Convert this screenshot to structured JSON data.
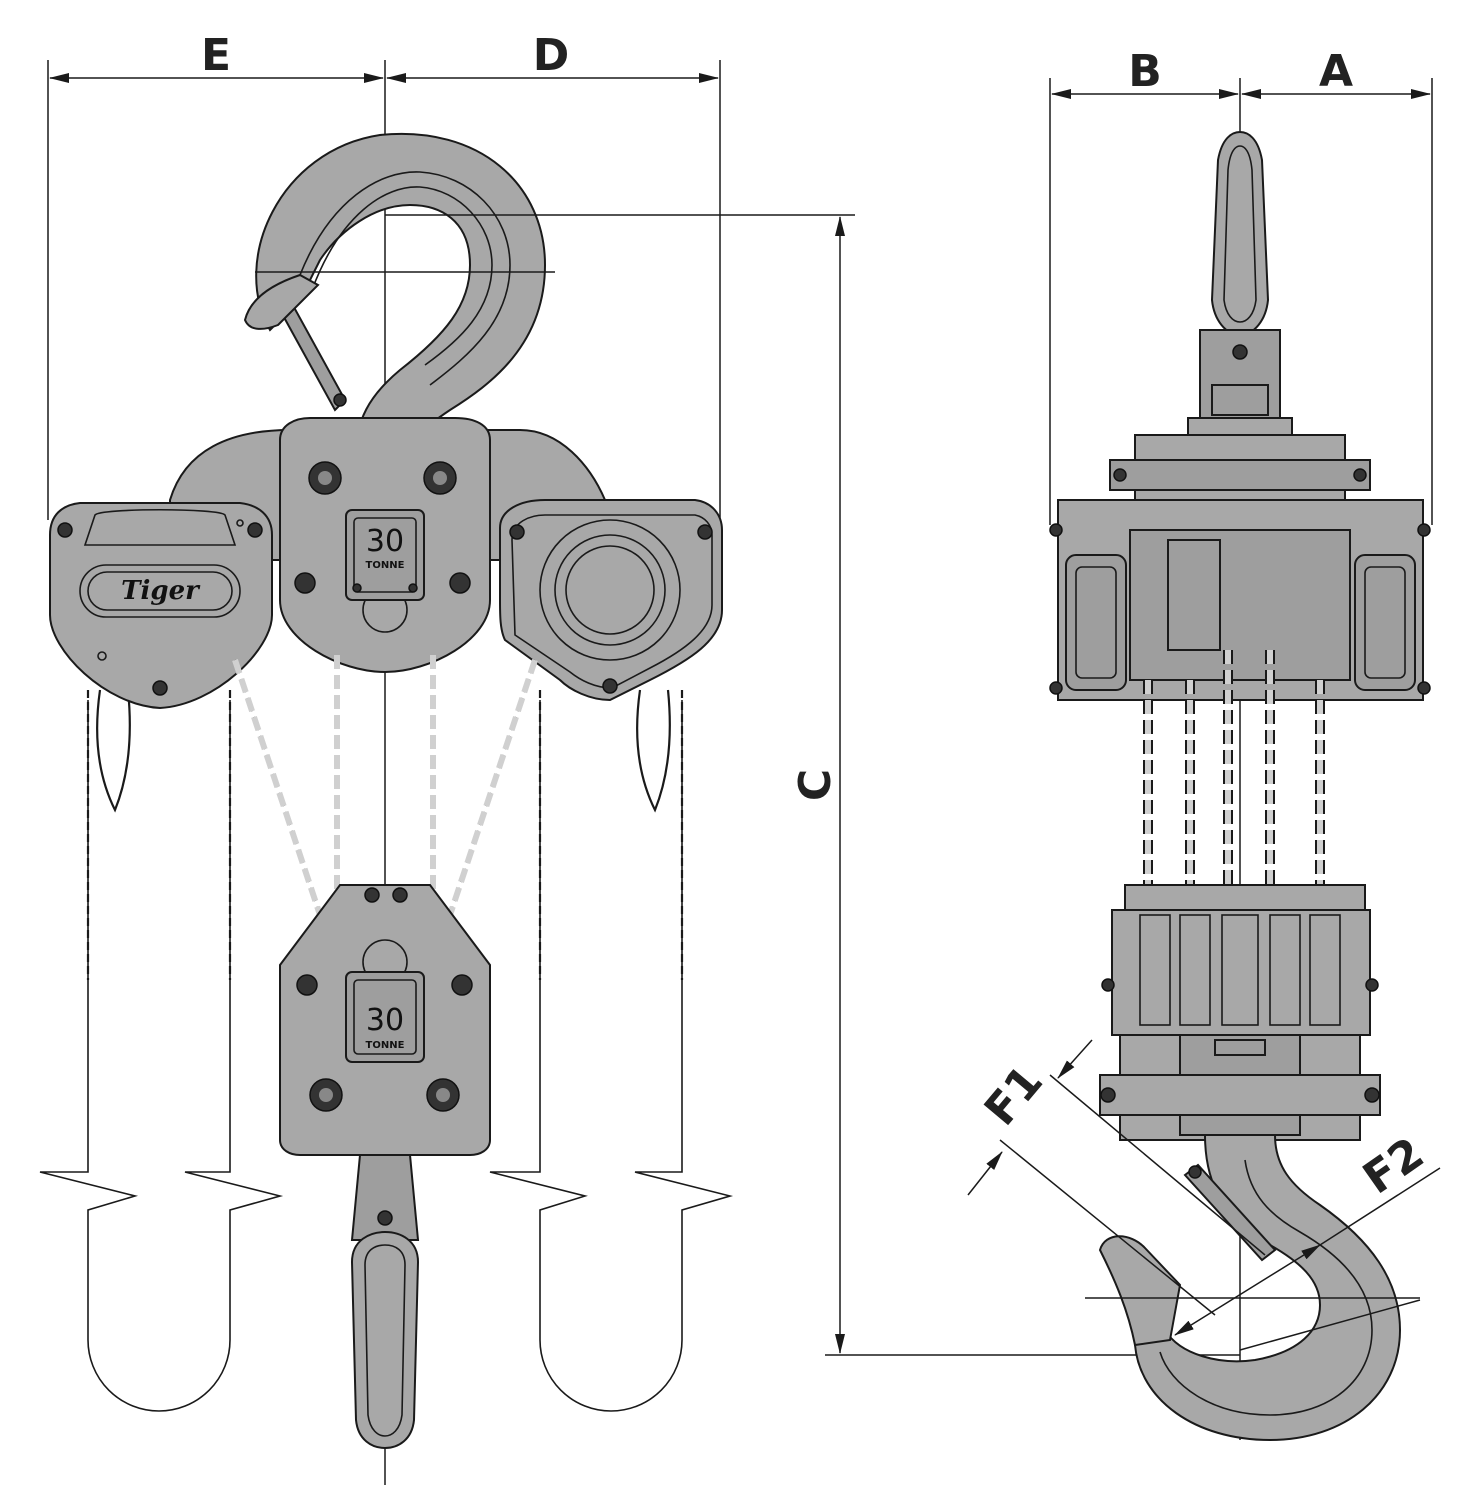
{
  "dimension_labels": {
    "e": "E",
    "d": "D",
    "b": "B",
    "a": "A",
    "c": "C",
    "f1": "F1",
    "f2": "F2"
  },
  "brand_logo": "Tiger",
  "capacity_plate_top": {
    "value": "30",
    "unit": "TONNE"
  },
  "capacity_plate_bottom": {
    "value": "30",
    "unit": "TONNE"
  },
  "colors": {
    "body": "#a8a8a8",
    "outline": "#1a1a1a",
    "background": "#ffffff"
  }
}
